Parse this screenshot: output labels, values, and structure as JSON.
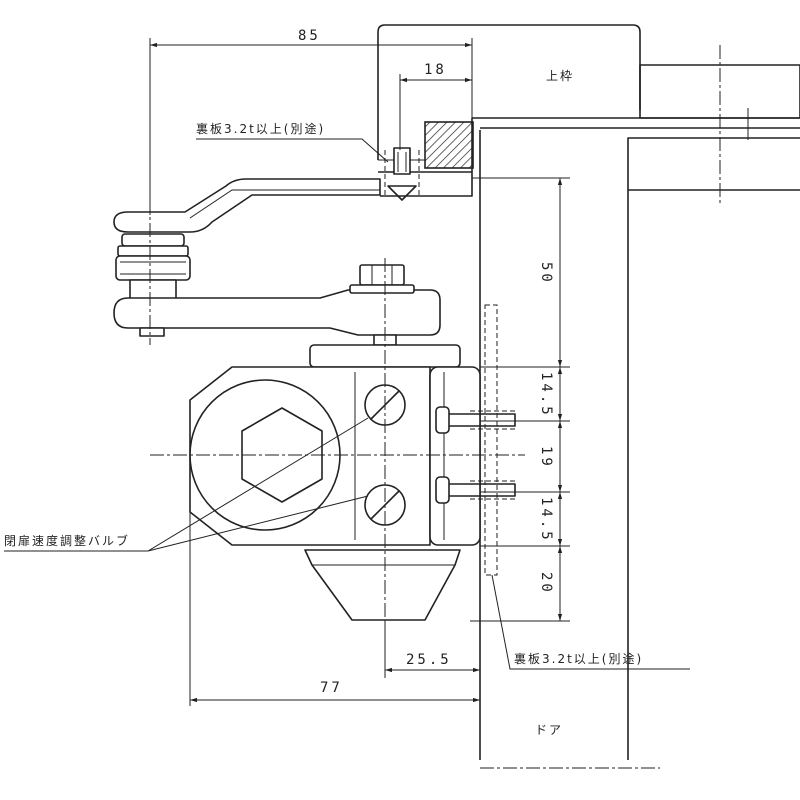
{
  "labels": {
    "upper_frame": "上枠",
    "door": "ドア",
    "back_plate_top": "裏板3.2t以上(別途)",
    "back_plate_bottom": "裏板3.2t以上(別途)",
    "valve": "閉扉速度調整バルブ"
  },
  "dimensions": {
    "d85": "85",
    "d18": "18",
    "d50": "50",
    "d14_5_upper": "14.5",
    "d19": "19",
    "d14_5_lower": "14.5",
    "d20": "20",
    "d25_5": "25.5",
    "d77": "77"
  }
}
